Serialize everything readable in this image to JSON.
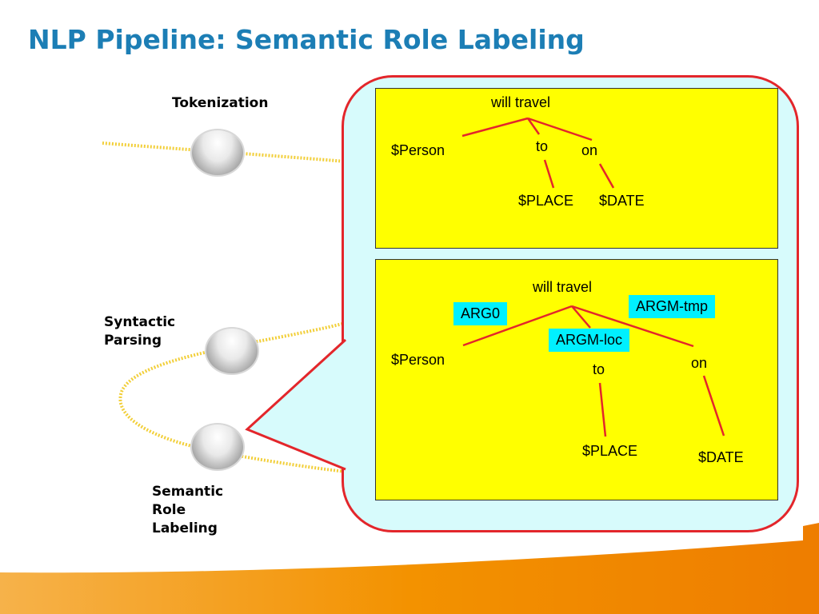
{
  "title": "NLP Pipeline: Semantic Role Labeling",
  "stages": {
    "tokenization": "Tokenization",
    "syntactic_parsing": "Syntactic\nParsing",
    "semantic_role_labeling": "Semantic\nRole\nLabeling"
  },
  "syntax_tree": {
    "root": "will travel",
    "subject": "$Person",
    "prep_to": "to",
    "prep_on": "on",
    "place": "$PLACE",
    "date": "$DATE"
  },
  "srl_tree": {
    "root": "will travel",
    "subject": "$Person",
    "prep_to": "to",
    "prep_on": "on",
    "place": "$PLACE",
    "date": "$DATE",
    "roles": {
      "arg0": "ARG0",
      "argm_loc": "ARGM-loc",
      "argm_tmp": "ARGM-tmp"
    }
  },
  "colors": {
    "title": "#1c7eb5",
    "callout_border": "#e3262b",
    "callout_fill": "#d7fbfc",
    "panel_fill": "#ffff00",
    "role_fill": "#00f0ff",
    "tree_edge": "#e3262b",
    "pipeline_chain": "#f2cf3a",
    "footer_band": "#f39200"
  }
}
